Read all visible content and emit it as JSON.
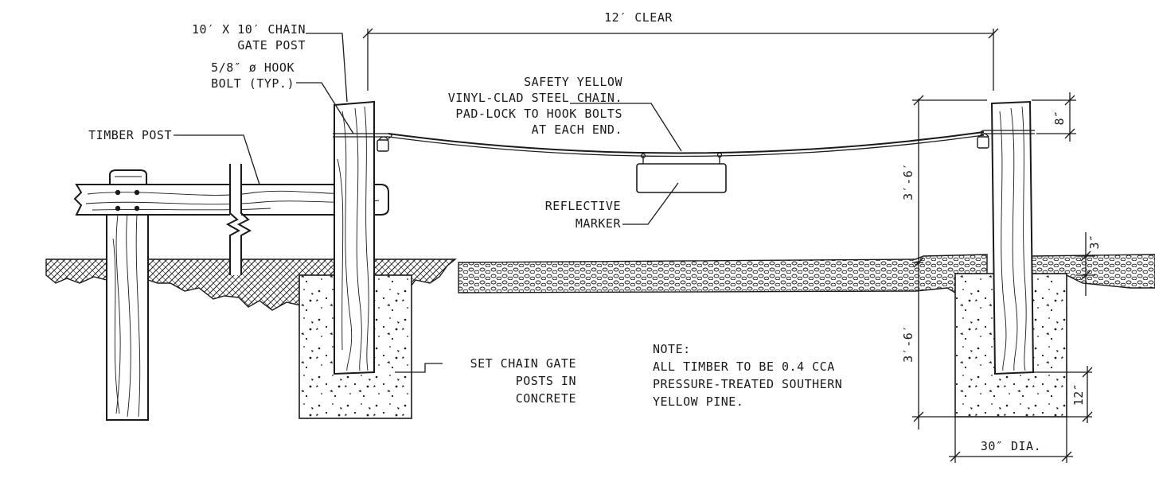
{
  "labels": {
    "gate_post_line1": "10′ X 10′ CHAIN",
    "gate_post_line2": "GATE POST",
    "hook_bolt_line1": "5/8″ ø HOOK",
    "hook_bolt_line2": "BOLT (TYP.)",
    "timber_post": "TIMBER POST",
    "chain_line1": "SAFETY YELLOW",
    "chain_line2": "VINYL-CLAD STEEL CHAIN.",
    "chain_line3": "PAD-LOCK TO HOOK BOLTS",
    "chain_line4": "AT EACH END.",
    "marker_line1": "REFLECTIVE",
    "marker_line2": "MARKER",
    "concrete_line1": "SET CHAIN GATE",
    "concrete_line2": "POSTS IN",
    "concrete_line3": "CONCRETE",
    "note_line1": "NOTE:",
    "note_line2": "ALL TIMBER TO BE 0.4 CCA",
    "note_line3": "PRESSURE-TREATED SOUTHERN",
    "note_line4": "YELLOW PINE."
  },
  "dimensions": {
    "clear_span": "12′ CLEAR",
    "above_grade": "3′-6′",
    "below_grade": "3′-6′",
    "bolt_drop": "8″",
    "gravel_depth": "3″",
    "footing_depth": "12″",
    "footing_dia": "30″ DIA."
  },
  "colors": {
    "ink": "#1a1a1a",
    "paper": "#ffffff"
  }
}
